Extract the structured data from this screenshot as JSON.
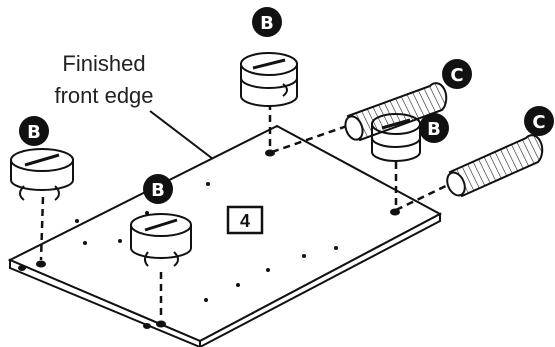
{
  "callout": {
    "line1": "Finished",
    "line2": "front edge"
  },
  "step": {
    "number": "4"
  },
  "badges": {
    "b_top": "B",
    "b_left": "B",
    "b_center": "B",
    "b_right": "B",
    "c_upper": "C",
    "c_lower": "C"
  }
}
